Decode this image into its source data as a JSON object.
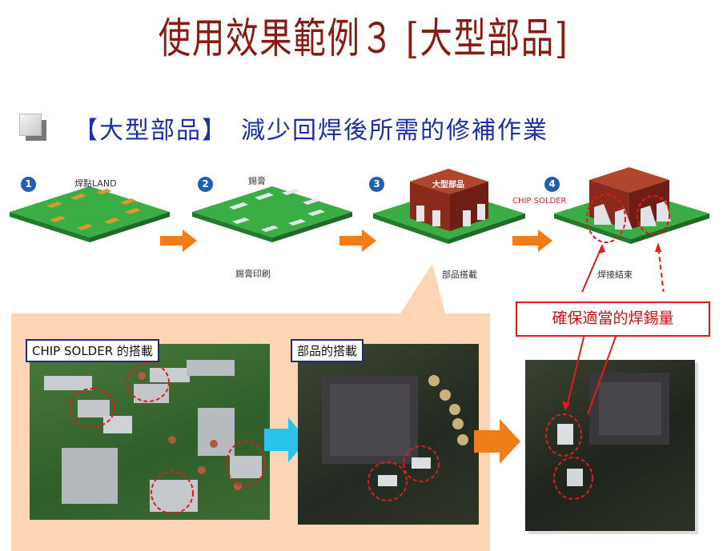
{
  "title": "使用效果範例３ [大型部品]",
  "subtitle": "【大型部品】　減少回焊後所需的修補作業",
  "steps": [
    {
      "num": "1",
      "top_label": "焊點LAND",
      "bottom_label": ""
    },
    {
      "num": "2",
      "top_label": "錫膏",
      "bottom_label": "錫膏印刷"
    },
    {
      "num": "3",
      "top_label": "",
      "bottom_label": "部品搭載",
      "component_label": "大型部品"
    },
    {
      "num": "4",
      "top_label": "",
      "bottom_label": "焊接結束"
    }
  ],
  "chip_solder_label": "CHIP SOLDER",
  "photo_labels": {
    "left": "CHIP SOLDER 的搭載",
    "middle": "部品的搭載"
  },
  "callout": "確保適當的焊錫量",
  "colors": {
    "title": "#8b1a10",
    "subtitle": "#1a2fa8",
    "board": "#2f9a3a",
    "pad": "#d89a2c",
    "arrow_orange": "#f07d1a",
    "arrow_cyan": "#2ac3ec",
    "callout": "#e01b1b"
  }
}
